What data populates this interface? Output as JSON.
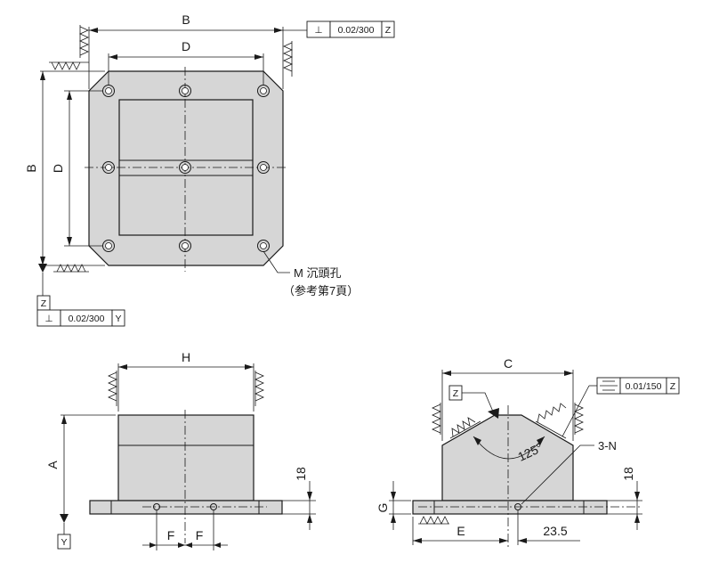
{
  "dimensions": {
    "A": "A",
    "B": "B",
    "C": "C",
    "D": "D",
    "E": "E",
    "F": "F",
    "G": "G",
    "H": "H",
    "flange_height": "18",
    "offset": "23.5",
    "angle": "125°"
  },
  "tolerances": {
    "perp_top": {
      "symbol": "⊥",
      "value": "0.02/300",
      "datum": "Z"
    },
    "perp_left": {
      "symbol": "⊥",
      "value": "0.02/300",
      "datum": "Y"
    },
    "sym_right": {
      "symbol": "⌯",
      "value": "0.01/150",
      "datum": "Z"
    }
  },
  "datums": {
    "z_top": "Z",
    "y_bottom": "Y",
    "z_side": "Z"
  },
  "callouts": {
    "counterbore_line1": "M 沉頭孔",
    "counterbore_line2": "（参考第7頁）",
    "holes": "3-N"
  }
}
